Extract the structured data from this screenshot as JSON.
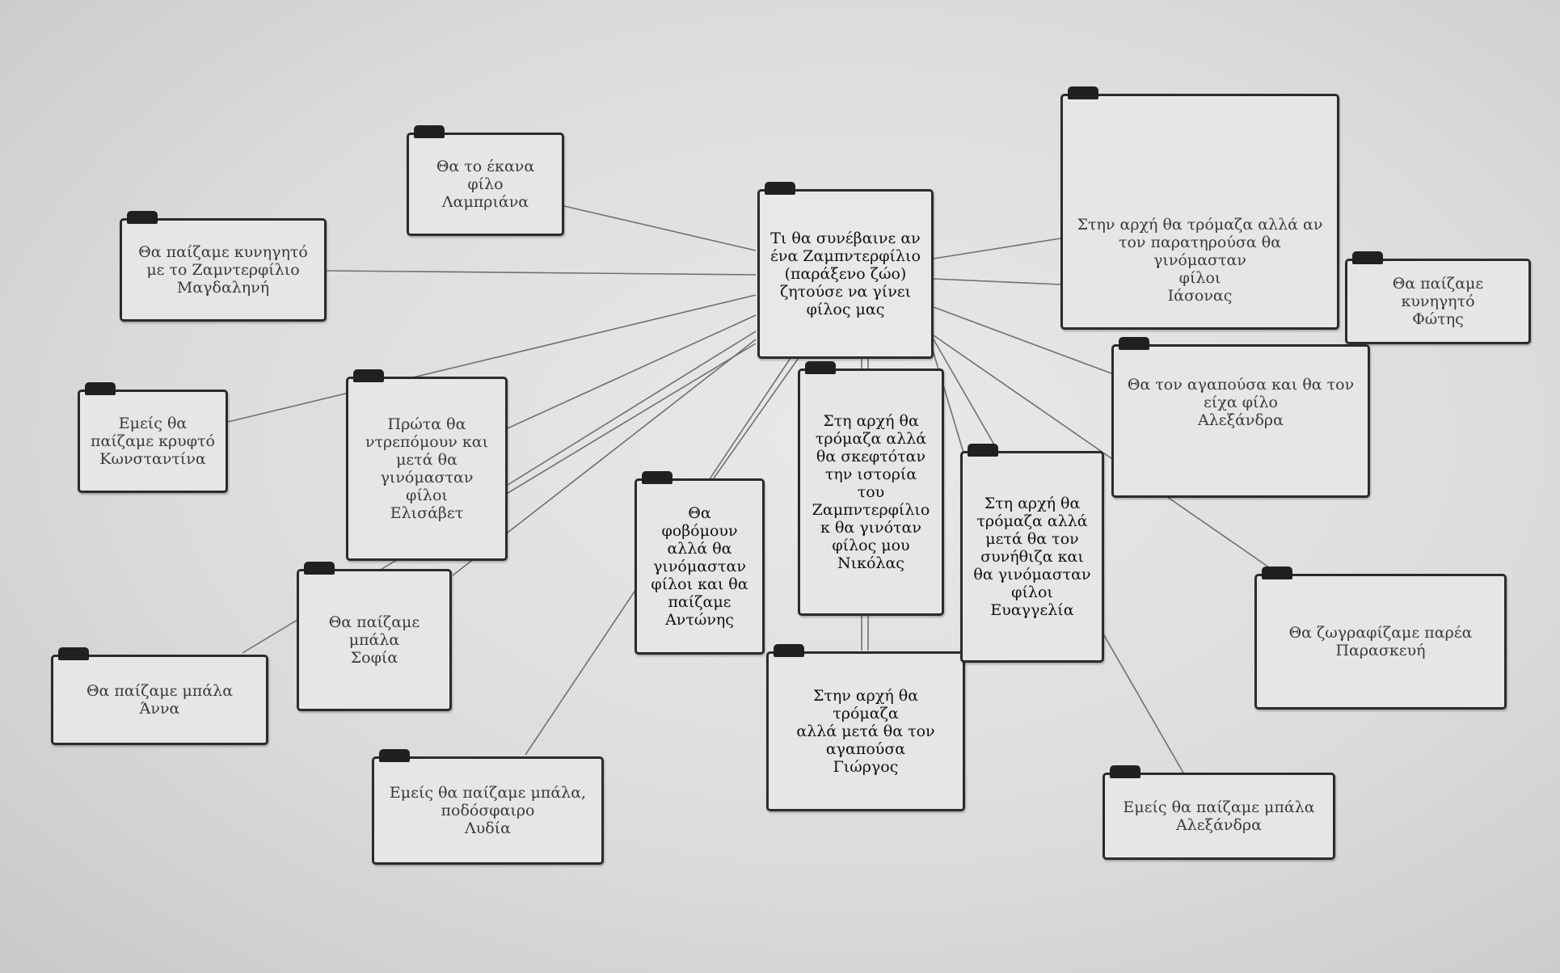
{
  "center": "Τι θα συνέβαινε αν\nένα Ζαμπντερφίλιο\n(παράξενο ζώο)\nζητούσε να γίνει\nφίλος μας",
  "nodes": {
    "lamprianna": "Θα το έκανα\nφίλο\nΛαμπριάνα",
    "magdalini": "Θα παίζαμε κυνηγητό\nμε το Ζαμντερφίλιο\nΜαγδαληνή",
    "konstantina": "Εμείς θα\nπαίζαμε κρυφτό\nΚωνσταντίνα",
    "elisavet": "Πρώτα θα\nντρεπόμουν και\nμετά θα\nγινόμασταν φίλοι\nΕλισάβετ",
    "sofia": "Θα παίζαμε\nμπάλα\nΣοφία",
    "anna": "Θα παίζαμε μπάλα\nΆννα",
    "lydia": "Εμείς θα παίζαμε μπάλα,\nποδόσφαιρο\nΛυδία",
    "antonis": "Θα\nφοβόμουν\nαλλά θα\nγινόμασταν\nφίλοι και θα\nπαίζαμε\nΑντώνης",
    "nikolas": "Στη αρχή θα\nτρόμαζα αλλά\nθα σκεφτόταν\nτην ιστορία του\nΖαμπντερφίλιο\nκ θα γινόταν\nφίλος μου\nΝικόλας",
    "giorgos": "Στην αρχή θα τρόμαζα\nαλλά μετά θα τον\nαγαπούσα\nΓιώργος",
    "evangelia": "Στη αρχή θα\nτρόμαζα αλλά\nμετά θα τον\nσυνήθιζα και\nθα γινόμασταν\nφίλοι\nΕυαγγελία",
    "iasonas": "Στην αρχή θα τρόμαζα αλλά αν\nτον παρατηρούσα θα γινόμασταν\nφίλοι\nΙάσονας",
    "fotis": "Θα παίζαμε κυνηγητό\nΦώτης",
    "alexandra1": "Θα τον αγαπούσα και θα τον\nείχα φίλο\nΑλεξάνδρα",
    "paraskevi": "Θα ζωγραφίζαμε παρέα\nΠαρασκευή",
    "alexandra2": "Εμείς θα παίζαμε μπάλα\nΑλεξάνδρα"
  },
  "colors": {
    "background": "#dcdcdb",
    "box_fill": "#e6e6e5",
    "border": "#2b2b2b",
    "line": "#707070"
  }
}
